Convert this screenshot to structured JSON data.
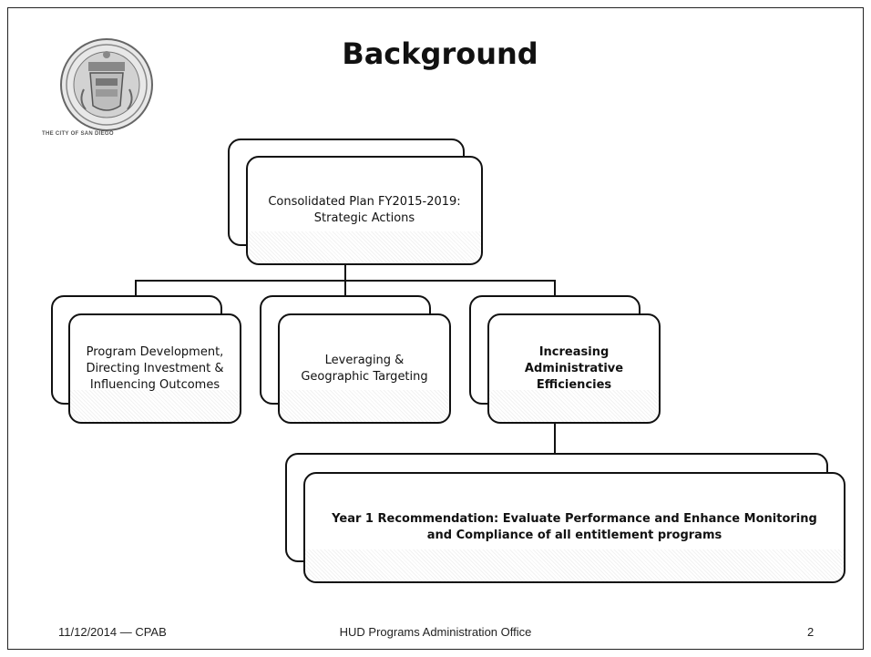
{
  "slide": {
    "title": "Background",
    "logo_caption": "THE CITY OF SAN DIEGO"
  },
  "diagram": {
    "root": "Consolidated Plan FY2015-2019: Strategic Actions",
    "branches": [
      "Program Development, Directing Investment & Influencing Outcomes",
      "Leveraging & Geographic Targeting",
      "Increasing Administrative Efficiencies"
    ],
    "recommendation": "Year 1 Recommendation: Evaluate Performance and Enhance Monitoring and Compliance of all entitlement programs"
  },
  "footer": {
    "date_org": "11/12/2014 — CPAB",
    "office": "HUD Programs Administration Office",
    "page": "2"
  }
}
